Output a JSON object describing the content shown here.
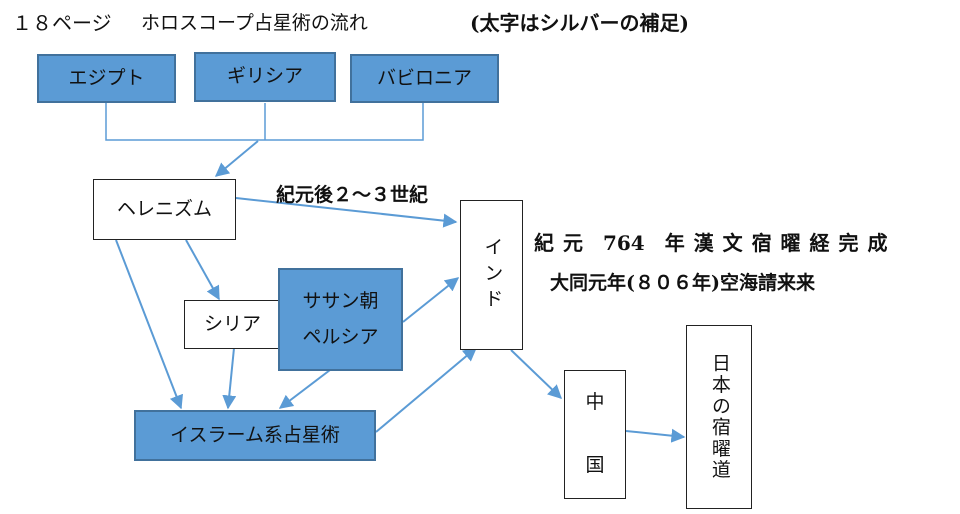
{
  "header": {
    "page_number": "１８ページ",
    "title": "ホロスコープ占星術の流れ",
    "note": "(太字はシルバーの補足)"
  },
  "nodes": {
    "egypt": "エジプト",
    "greece": "ギリシア",
    "babylonia": "バビロニア",
    "hellenism": "ヘレニズム",
    "syria": "シリア",
    "sassanid_line1": "ササン朝",
    "sassanid_line2": "ペルシア",
    "islamic": "イスラーム系占星術",
    "india": "インド",
    "china_top": "中",
    "china_bottom": "国",
    "japan": "日本の宿曜道"
  },
  "annotations": {
    "century": "紀元後２～３世紀",
    "ad764": "紀 元　764　年 漢 文 宿 曜 経 完 成",
    "kukai": "大同元年(８０６年)空海請来来"
  },
  "colors": {
    "box_fill": "#5b9bd5",
    "box_border": "#41719c",
    "connector": "#5b9bd5"
  }
}
